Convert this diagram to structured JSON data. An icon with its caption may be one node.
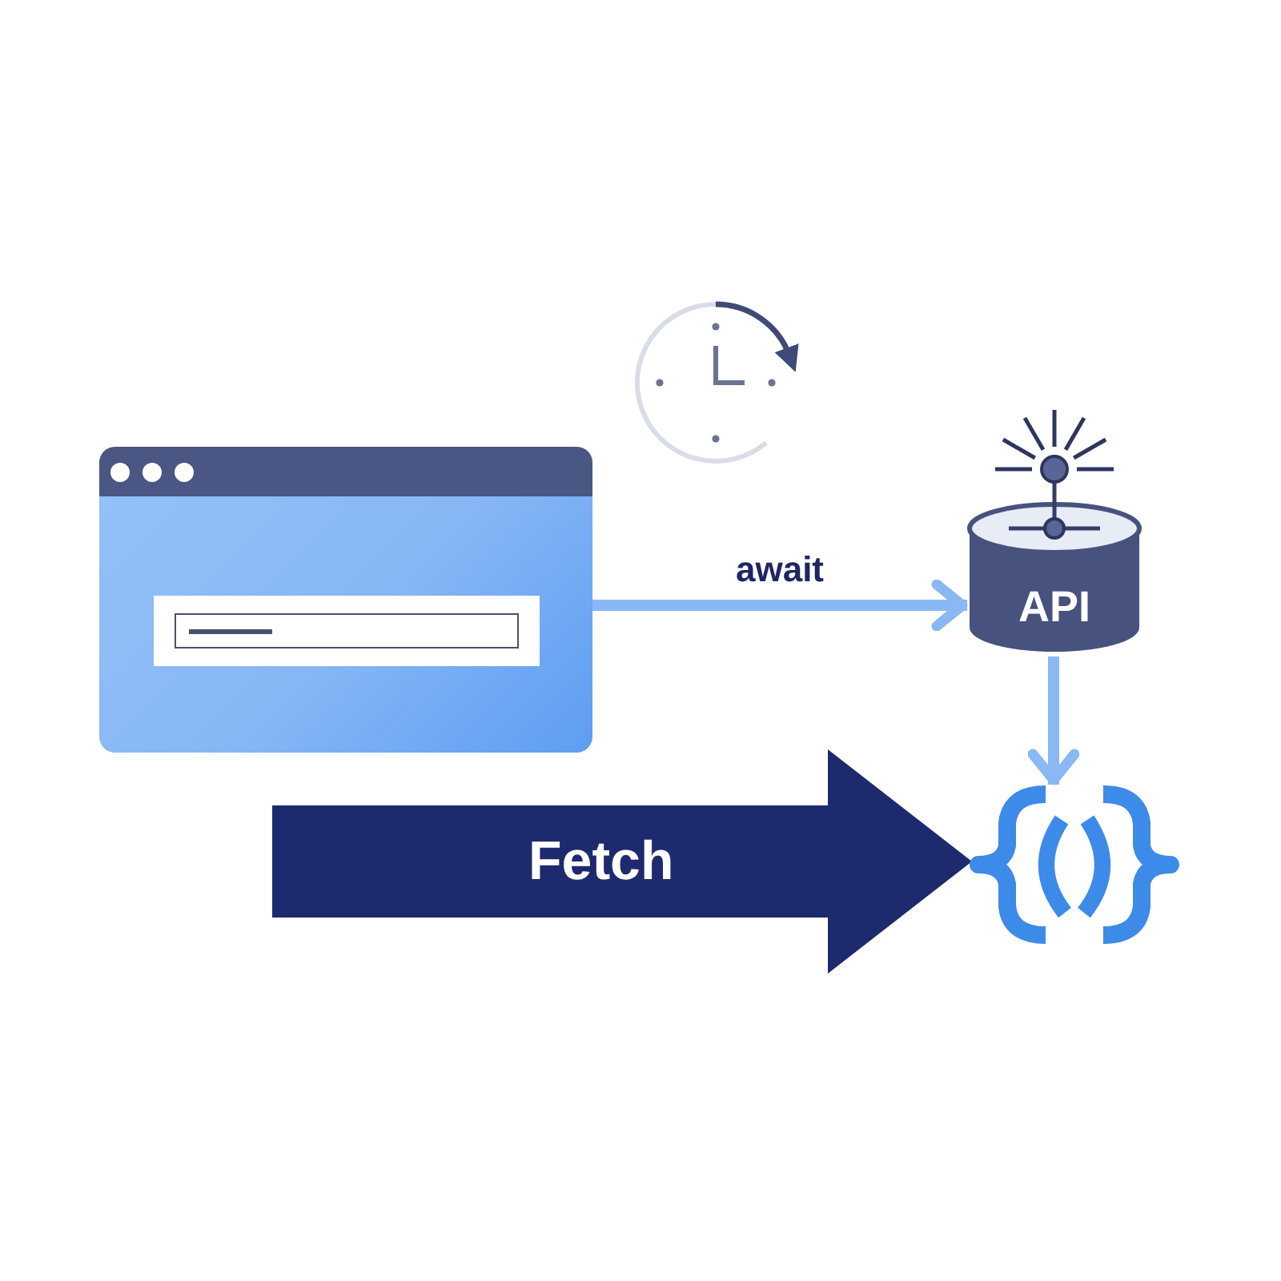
{
  "diagram": {
    "nodes": [
      {
        "text": [],
        "shape": "picture"
      },
      {
        "text": [
          "API"
        ]
      },
      {
        "text": [],
        "shape": "picture"
      }
    ],
    "edges": [
      {
        "from": 0,
        "to": 1,
        "arrow": "to",
        "label": "await"
      },
      {
        "from": 1,
        "to": 2,
        "arrow": "to"
      },
      {
        "from": null,
        "to": 2,
        "arrow": "to",
        "label": "Fetch",
        "style": "thick",
        "color": "#1e2a6e"
      }
    ]
  }
}
